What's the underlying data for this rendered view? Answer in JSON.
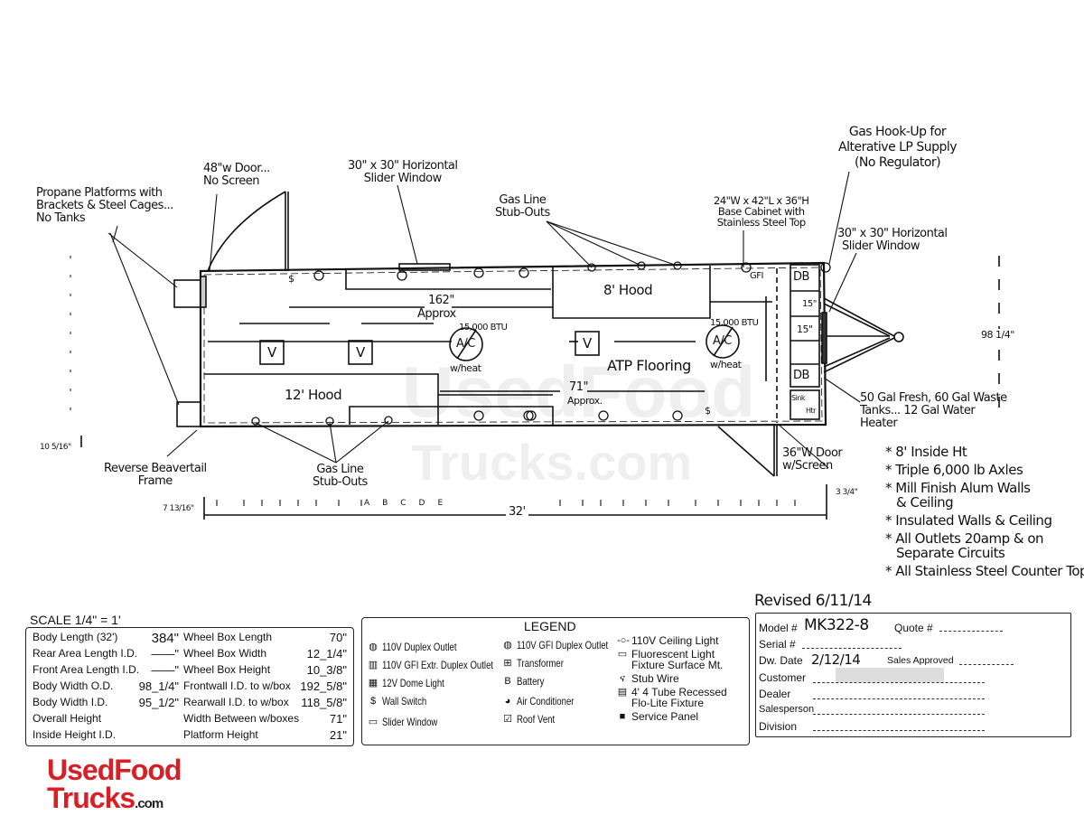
{
  "drawing": {
    "annotations": {
      "propane": [
        "Propane Platforms with",
        "Brackets & Steel Cages...",
        "No Tanks"
      ],
      "rear_door": [
        "48\"w Door...",
        "No Screen"
      ],
      "top_window": [
        "30\" x 30\" Horizontal",
        "Slider Window"
      ],
      "gas_top": [
        "Gas Line",
        "Stub-Outs"
      ],
      "base_cabinet": [
        "24\"W x 42\"L x 36\"H",
        "Base Cabinet with",
        "Stainless Steel Top"
      ],
      "gas_hookup": [
        "Gas Hook-Up for",
        "Alterative LP Supply",
        "(No Regulator)"
      ],
      "front_window": [
        "30\" x 30\" Horizontal",
        "Slider Window"
      ],
      "tanks": [
        "50 Gal Fresh, 60 Gal Waste",
        "Tanks... 12 Gal Water",
        "Heater"
      ],
      "side_door": [
        "36\"W Door",
        "w/Screen"
      ],
      "gas_bottom": [
        "Gas Line",
        "Stub-Outs"
      ],
      "frame": [
        "Reverse Beavertail",
        "Frame"
      ]
    },
    "interior": {
      "hood_8": "8' Hood",
      "hood_12": "12' Hood",
      "flooring": "ATP Flooring",
      "dim_162": "162\"",
      "dim_162_note": "Approx",
      "dim_71": "71\"",
      "dim_71_note": "Approx.",
      "ac1_btu": "15,000 BTU",
      "ac2_btu": "15,000 BTU",
      "ac_label": "A/C",
      "ac_heat": "w/heat",
      "vent": "V",
      "gfi": "GFI",
      "db": "DB",
      "dim_15a": "15\"",
      "dim_15b": "15\"",
      "sink": "Sink",
      "heater": "Htr",
      "switch": "$"
    },
    "dimensions": {
      "length": "32'",
      "width": "98 1/4\"",
      "left_offset": "10 5/16\"",
      "rear_offset": "7 13/16\"",
      "front_offset": "3 3/4\"",
      "ruler_letters": [
        "A",
        "B",
        "C",
        "D",
        "E"
      ]
    }
  },
  "notes": [
    "* 8' Inside Ht",
    "* Triple 6,000 lb Axles",
    "* Mill Finish Alum Walls",
    "  & Ceiling",
    "* Insulated Walls & Ceiling",
    "* All Outlets 20amp & on",
    "  Separate Circuits",
    "* All Stainless Steel Counter Top"
  ],
  "scale": "SCALE  1/4\"  = 1'",
  "specs": {
    "left": [
      {
        "label": "Body Length (32')",
        "value": "384\""
      },
      {
        "label": "Rear Area Length I.D.",
        "value": "——\""
      },
      {
        "label": "Front Area Length I.D.",
        "value": "——\""
      },
      {
        "label": "Body Width O.D.",
        "value": "98_1/4\""
      },
      {
        "label": "Body Width I.D.",
        "value": "95_1/2\""
      },
      {
        "label": "Overall Height",
        "value": ""
      },
      {
        "label": "Inside Height I.D.",
        "value": ""
      }
    ],
    "right": [
      {
        "label": "Wheel Box Length",
        "value": "70\""
      },
      {
        "label": "Wheel Box Width",
        "value": "12_1/4\""
      },
      {
        "label": "Wheel Box Height",
        "value": "10_3/8\""
      },
      {
        "label": "Frontwall I.D. to w/box",
        "value": "192_5/8\""
      },
      {
        "label": "Rearwall I.D. to w/box",
        "value": "118_5/8\""
      },
      {
        "label": "Width Between w/boxes",
        "value": "71\""
      },
      {
        "label": "Platform Height",
        "value": "21\""
      }
    ]
  },
  "legend": {
    "title": "LEGEND",
    "col1": [
      {
        "icon": "◍",
        "label": "110V Duplex Outlet"
      },
      {
        "icon": "▥",
        "label": "110V GFI Extr. Duplex Outlet"
      },
      {
        "icon": "▦",
        "label": "12V Dome Light"
      },
      {
        "icon": "$",
        "label": "Wall Switch"
      },
      {
        "icon": "▭",
        "label": "Slider Window"
      }
    ],
    "col2": [
      {
        "icon": "◍",
        "label": "110V GFI Duplex Outlet"
      },
      {
        "icon": "⊞",
        "label": "Transformer"
      },
      {
        "icon": "B",
        "label": "Battery"
      },
      {
        "icon": "◕",
        "label": "Air Conditioner"
      },
      {
        "icon": "☑",
        "label": "Roof Vent"
      }
    ],
    "col3": [
      {
        "icon": "-○-",
        "label": "110V Ceiling Light"
      },
      {
        "icon": "▭",
        "label": "Fluorescent Light Fixture Surface Mt."
      },
      {
        "icon": "ና",
        "label": "Stub Wire"
      },
      {
        "icon": "▤",
        "label": "4' 4 Tube Recessed Flo-Lite Fixture"
      },
      {
        "icon": "■",
        "label": "Service Panel"
      }
    ]
  },
  "info": {
    "revised": "Revised 6/11/14",
    "model_label": "Model #",
    "model_value": "MK322-8",
    "quote_label": "Quote #",
    "serial_label": "Serial #",
    "date_label": "Dw. Date",
    "date_value": "2/12/14",
    "sales_label": "Sales Approved",
    "customer_label": "Customer",
    "dealer_label": "Dealer",
    "salesperson_label": "Salesperson",
    "division_label": "Division"
  },
  "watermark": [
    "UsedFood",
    "Trucks.com"
  ],
  "logo": {
    "line1": "UsedFood",
    "line2": "Trucks",
    "suffix": ".com",
    "color": "#d81f26"
  }
}
